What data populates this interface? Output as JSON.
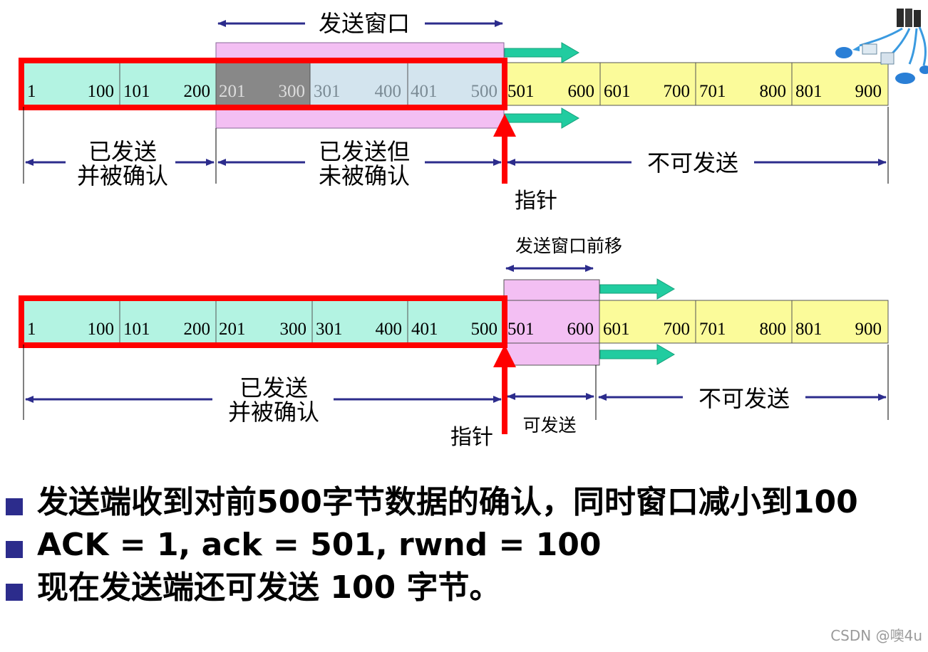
{
  "top": {
    "window_label": "发送窗口",
    "sent_acked": [
      "已发送",
      "并被确认"
    ],
    "sent_unacked": [
      "已发送但",
      "未被确认"
    ],
    "not_sendable": "不可发送",
    "pointer": "指针",
    "segments": [
      {
        "start": "1",
        "end": "100"
      },
      {
        "start": "101",
        "end": "200"
      },
      {
        "start": "201",
        "end": "300"
      },
      {
        "start": "301",
        "end": "400"
      },
      {
        "start": "401",
        "end": "500"
      },
      {
        "start": "501",
        "end": "600"
      },
      {
        "start": "601",
        "end": "700"
      },
      {
        "start": "701",
        "end": "800"
      },
      {
        "start": "801",
        "end": "900"
      }
    ]
  },
  "bottom": {
    "window_moved": "发送窗口前移",
    "sent_acked": [
      "已发送",
      "并被确认"
    ],
    "sendable": "可发送",
    "not_sendable": "不可发送",
    "pointer": "指针",
    "segments": [
      {
        "start": "1",
        "end": "100"
      },
      {
        "start": "101",
        "end": "200"
      },
      {
        "start": "201",
        "end": "300"
      },
      {
        "start": "301",
        "end": "400"
      },
      {
        "start": "401",
        "end": "500"
      },
      {
        "start": "501",
        "end": "600"
      },
      {
        "start": "601",
        "end": "700"
      },
      {
        "start": "701",
        "end": "800"
      },
      {
        "start": "801",
        "end": "900"
      }
    ]
  },
  "bullets": [
    "发送端收到对前500字节数据的确认，同时窗口减小到100",
    "ACK = 1, ack = 501, rwnd = 100",
    "现在发送端还可发送 100 字节。"
  ],
  "watermark": "CSDN @噢4u",
  "colors": {
    "acked": "#b3f3e2",
    "window": "#f3bff3",
    "unsendable": "#fbfb9a",
    "sent_dark": "#888888",
    "sent_light": "#d3e4ee",
    "highlight": "#ff0000",
    "arrow_green": "#21cca0",
    "dim_line": "#2c2c8c"
  },
  "icons": [
    "network-icon"
  ]
}
